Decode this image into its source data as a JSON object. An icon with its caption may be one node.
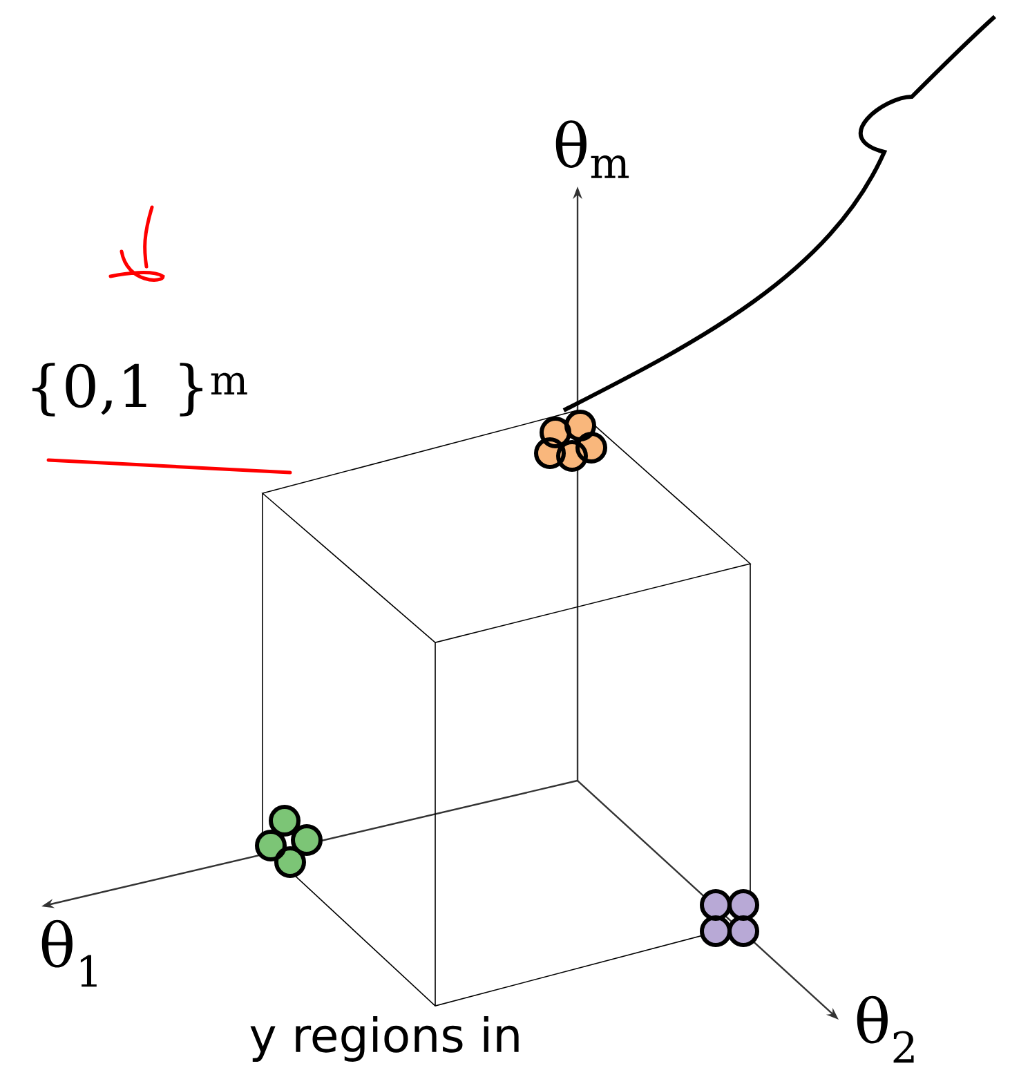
{
  "diagram": {
    "labels": [
      "θ$_{m}$",
      "{0,1 }$^{m}$",
      "θ$_{1}$",
      "θ$_{2}$",
      "y regions in"
    ]
  }
}
